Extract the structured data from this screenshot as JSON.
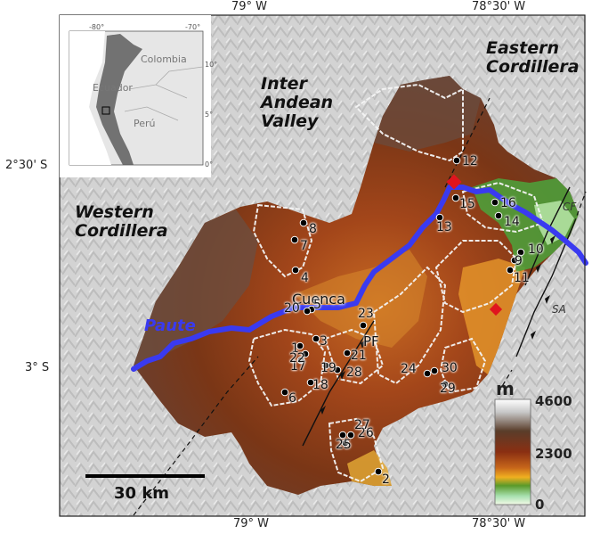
{
  "axes": {
    "top": [
      "79° W",
      "78°30' W"
    ],
    "bottom": [
      "79° W",
      "78°30' W"
    ],
    "left": [
      "2°30' S",
      "3° S"
    ]
  },
  "regions": {
    "inter_andean": [
      "Inter",
      "Andean",
      "Valley"
    ],
    "eastern": [
      "Eastern",
      "Cordillera"
    ],
    "western": [
      "Western",
      "Cordillera"
    ]
  },
  "river": {
    "name": "Paute",
    "color": "#3a3af0"
  },
  "city": "Cuenca",
  "fault_labels": {
    "pf": "PF",
    "cf": "CF",
    "sa": "SA"
  },
  "sites": [
    "1",
    "2",
    "3",
    "4",
    "5",
    "6",
    "7",
    "8",
    "9",
    "10",
    "11",
    "12",
    "13",
    "14",
    "15",
    "16",
    "17",
    "18",
    "19",
    "20",
    "21",
    "22",
    "23",
    "24",
    "25",
    "26",
    "27",
    "28",
    "29",
    "30"
  ],
  "colorbar": {
    "unit": "m",
    "max": "4600",
    "mid": "2300",
    "min": "0"
  },
  "scale_bar": "30 km",
  "inset": {
    "countries": [
      "Colombia",
      "Ecuador",
      "Perú"
    ],
    "lon_ticks": [
      "-80°",
      "-70°"
    ],
    "lat_ticks": [
      "10°",
      "5°",
      "0°"
    ]
  },
  "markers": {
    "gauge_color": "#e0141e"
  }
}
